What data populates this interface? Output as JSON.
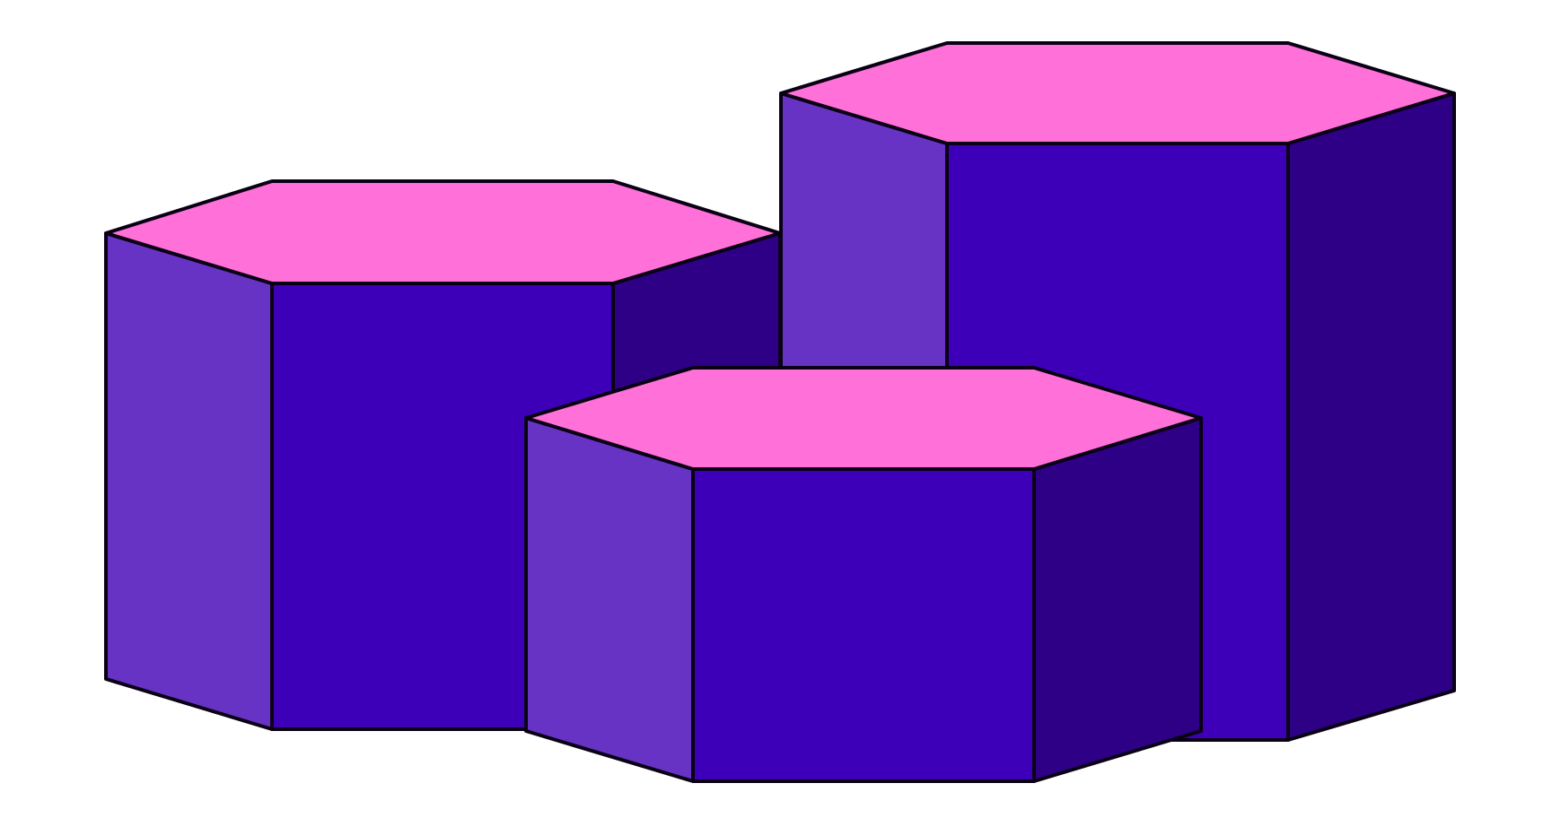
{
  "illustration": {
    "subject": "three-hexagonal-prisms",
    "colors": {
      "background": "#ffffff",
      "outline": "#0a0014",
      "top_face": "#ff70d8",
      "left_face": "#6633c4",
      "front_face": "#3d00b8",
      "right_face": "#2d0085"
    },
    "prisms": [
      {
        "id": "back-right",
        "relative_height": "tallest"
      },
      {
        "id": "back-left",
        "relative_height": "medium"
      },
      {
        "id": "front-center",
        "relative_height": "shortest"
      }
    ]
  }
}
